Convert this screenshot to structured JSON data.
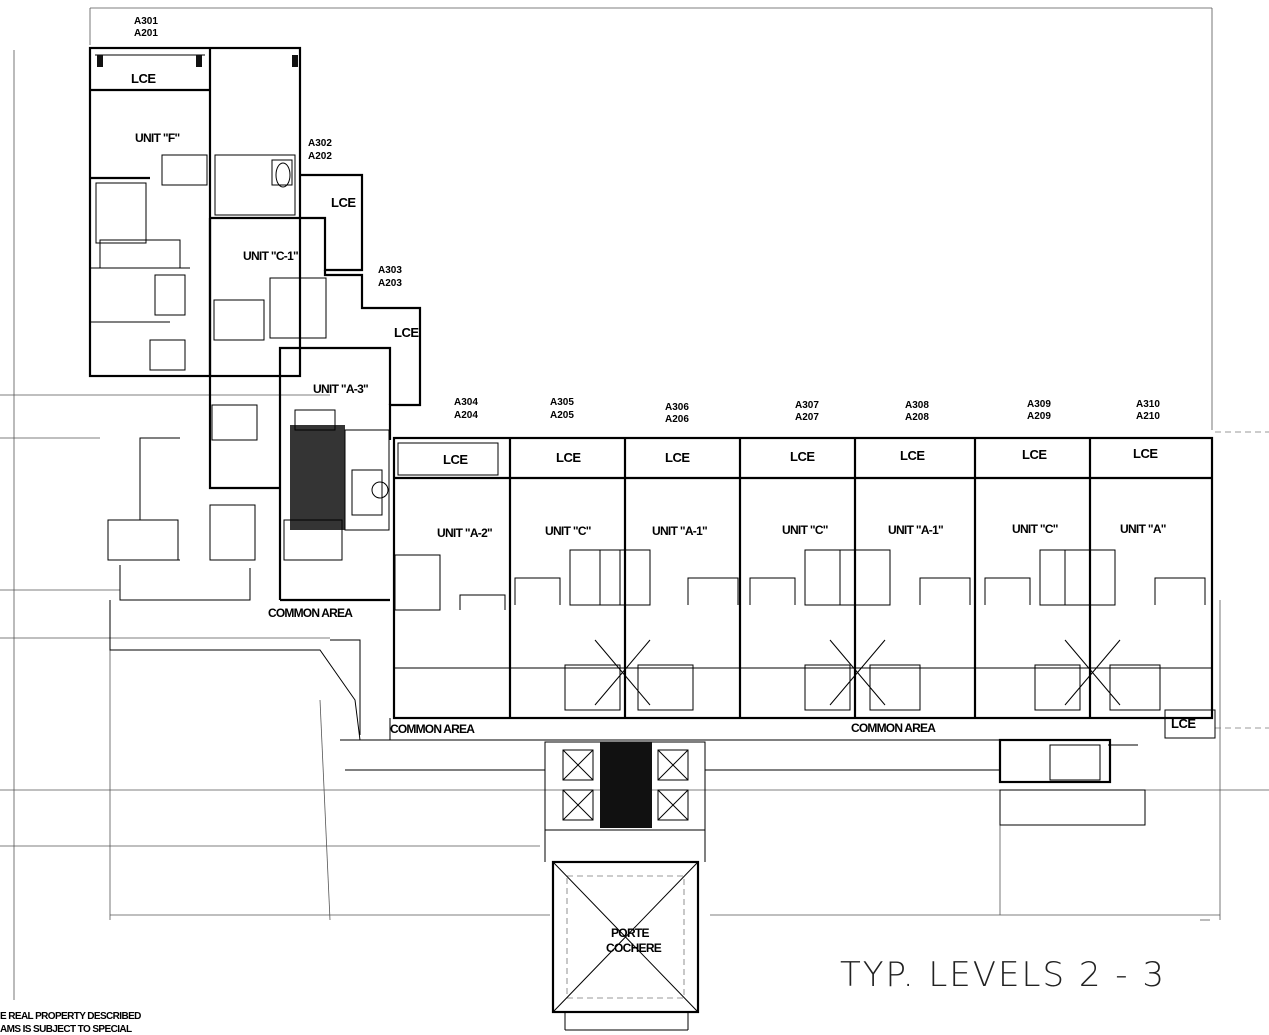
{
  "title": "TYP. LEVELS 2 - 3",
  "footnote": [
    "E REAL PROPERTY DESCRIBED",
    "AMS IS SUBJECT TO SPECIAL"
  ],
  "unit_numbers": [
    {
      "upper": "A301",
      "lower": "A201"
    },
    {
      "upper": "A302",
      "lower": "A202"
    },
    {
      "upper": "A303",
      "lower": "A203"
    },
    {
      "upper": "A304",
      "lower": "A204"
    },
    {
      "upper": "A305",
      "lower": "A205"
    },
    {
      "upper": "A306",
      "lower": "A206"
    },
    {
      "upper": "A307",
      "lower": "A207"
    },
    {
      "upper": "A308",
      "lower": "A208"
    },
    {
      "upper": "A309",
      "lower": "A209"
    },
    {
      "upper": "A310",
      "lower": "A210"
    }
  ],
  "units": [
    "UNIT \"F\"",
    "UNIT \"C-1\"",
    "UNIT \"A-3\"",
    "UNIT \"A-2\"",
    "UNIT \"C\"",
    "UNIT \"A-1\"",
    "UNIT \"C\"",
    "UNIT \"A-1\"",
    "UNIT \"C\"",
    "UNIT \"A\""
  ],
  "lce_label": "LCE",
  "common_area_label": "COMMON AREA",
  "porte_cochere": [
    "PORTE",
    "COCHERE"
  ]
}
